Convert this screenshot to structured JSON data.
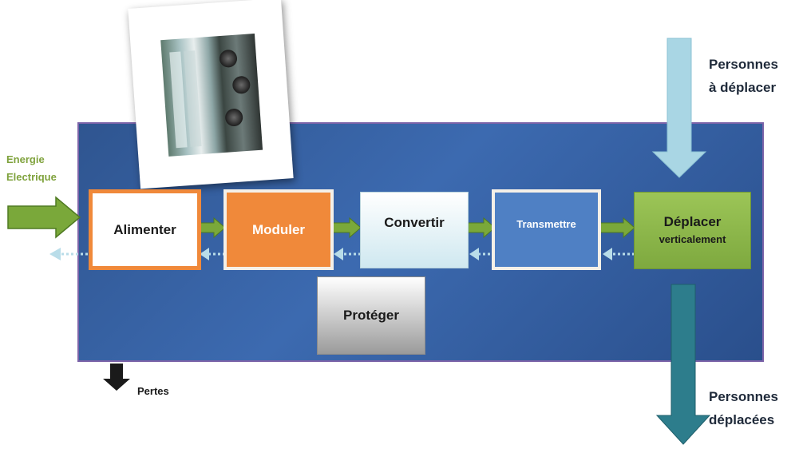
{
  "inputs": {
    "energy_line1": "Energie",
    "energy_line2": "Electrique",
    "people_in_line1": "Personnes",
    "people_in_line2": "à déplacer"
  },
  "outputs": {
    "losses": "Pertes",
    "people_out_line1": "Personnes",
    "people_out_line2": "déplacées"
  },
  "blocks": {
    "alimenter": "Alimenter",
    "moduler": "Moduler",
    "convertir": "Convertir",
    "transmettre": "Transmettre",
    "deplacer_line1": "Déplacer",
    "deplacer_line2": "verticalement",
    "proteger": "Protéger"
  },
  "colors": {
    "system_bg": "#3a65aa",
    "system_border": "#7b63a8",
    "alimenter_border": "#f0893a",
    "moduler": "#f0893a",
    "convertir": "#cfe8f0",
    "transmettre": "#4f80c4",
    "deplacer": "#8fbc4c",
    "energy_arrow": "#7aa83a",
    "info_arrow": "#b9dde9",
    "people_in_arrow": "#a9d6e4",
    "people_out_arrow": "#2d7d8c",
    "loss_arrow": "#1a1a1a",
    "energy_text": "#7fa23c"
  },
  "photo": {
    "icon": "elevator-photo"
  }
}
